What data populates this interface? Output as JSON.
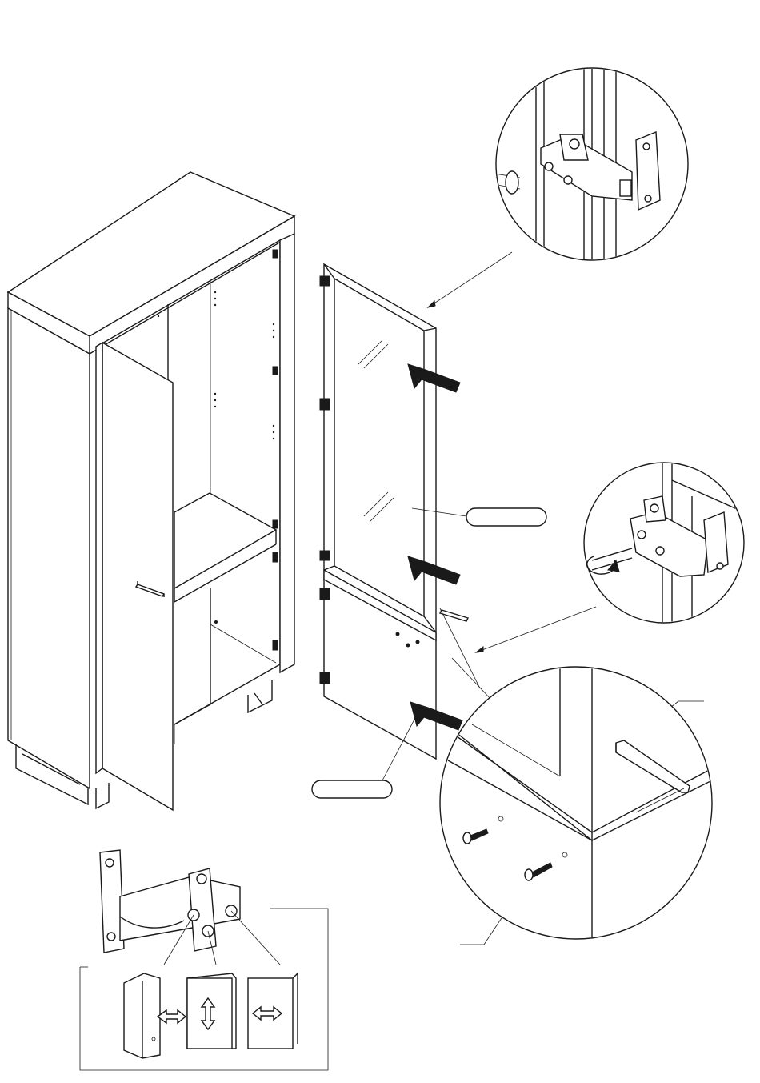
{
  "callouts": {
    "glass_panel": "",
    "lower_panel": "",
    "handle": "",
    "screw": "",
    "hinge_adjust": ""
  },
  "icons": [
    "cabinet",
    "door-glass-panel",
    "hinge-detail-top",
    "hinge-detail-bottom",
    "handle-screw-detail",
    "hinge-adjustment-diagram",
    "push-arrow",
    "rotate-arrow",
    "double-arrow"
  ],
  "colors": {
    "line": "#1a1a1a",
    "background": "#ffffff",
    "fill_light": "#e6e6e6"
  }
}
